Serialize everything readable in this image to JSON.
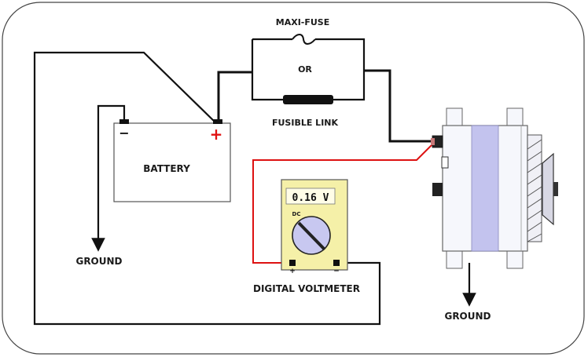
{
  "labels": {
    "maxi_fuse": "MAXI-FUSE",
    "or": "OR",
    "fusible_link": "FUSIBLE LINK",
    "battery": "BATTERY",
    "battery_positive": "+",
    "battery_negative": "−",
    "ground_left": "GROUND",
    "ground_right": "GROUND",
    "meter_caption": "DIGITAL VOLTMETER",
    "meter_reading": "0.16 V",
    "meter_mode": "DC",
    "meter_positive": "+",
    "meter_negative": "−"
  },
  "colors": {
    "wire": "#111111",
    "test_lead": "#dd1111",
    "meter_body": "#f5f0a8",
    "meter_display": "#fffde8",
    "alternator_body": "#f6f7fc",
    "alternator_stripe": "#c3c3ee",
    "battery_body": "#ffffff",
    "positive_mark": "#e11111"
  }
}
